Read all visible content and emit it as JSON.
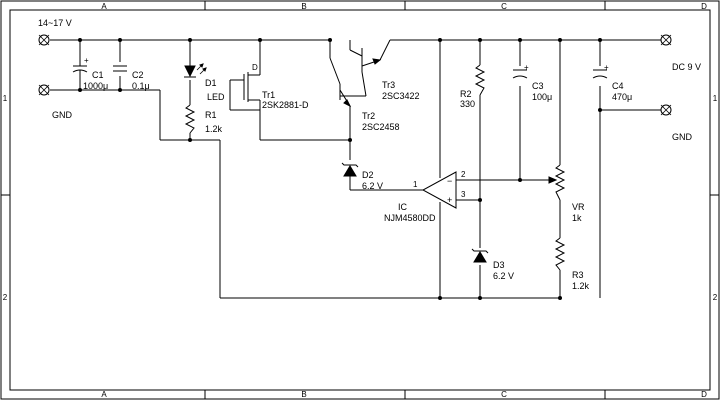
{
  "frame": {
    "cols": [
      "A",
      "B",
      "C",
      "D"
    ],
    "rows": [
      "1",
      "2"
    ]
  },
  "terminals": {
    "input_voltage": "14~17 V",
    "input_gnd": "GND",
    "output_voltage": "DC 9 V",
    "output_gnd": "GND"
  },
  "components": {
    "c1": {
      "ref": "C1",
      "value": "1000μ"
    },
    "c2": {
      "ref": "C2",
      "value": "0.1μ"
    },
    "d1": {
      "ref": "D1",
      "value": "LED"
    },
    "r1": {
      "ref": "R1",
      "value": "1.2k"
    },
    "tr1": {
      "ref": "Tr1",
      "value": "2SK2881-D",
      "pin": "D"
    },
    "tr2": {
      "ref": "Tr2",
      "value": "2SC2458"
    },
    "tr3": {
      "ref": "Tr3",
      "value": "2SC3422"
    },
    "d2": {
      "ref": "D2",
      "value": "6.2 V"
    },
    "r2": {
      "ref": "R2",
      "value": "330"
    },
    "c3": {
      "ref": "C3",
      "value": "100μ"
    },
    "c4": {
      "ref": "C4",
      "value": "470μ"
    },
    "ic": {
      "ref": "IC",
      "value": "NJM4580DD",
      "pin_out": "1",
      "pin_inv": "2",
      "pin_noninv": "3"
    },
    "d3": {
      "ref": "D3",
      "value": "6.2 V"
    },
    "vr": {
      "ref": "VR",
      "value": "1k"
    },
    "r3": {
      "ref": "R3",
      "value": "1.2k"
    }
  },
  "symbols": {
    "plus": "+",
    "minus": "−"
  }
}
